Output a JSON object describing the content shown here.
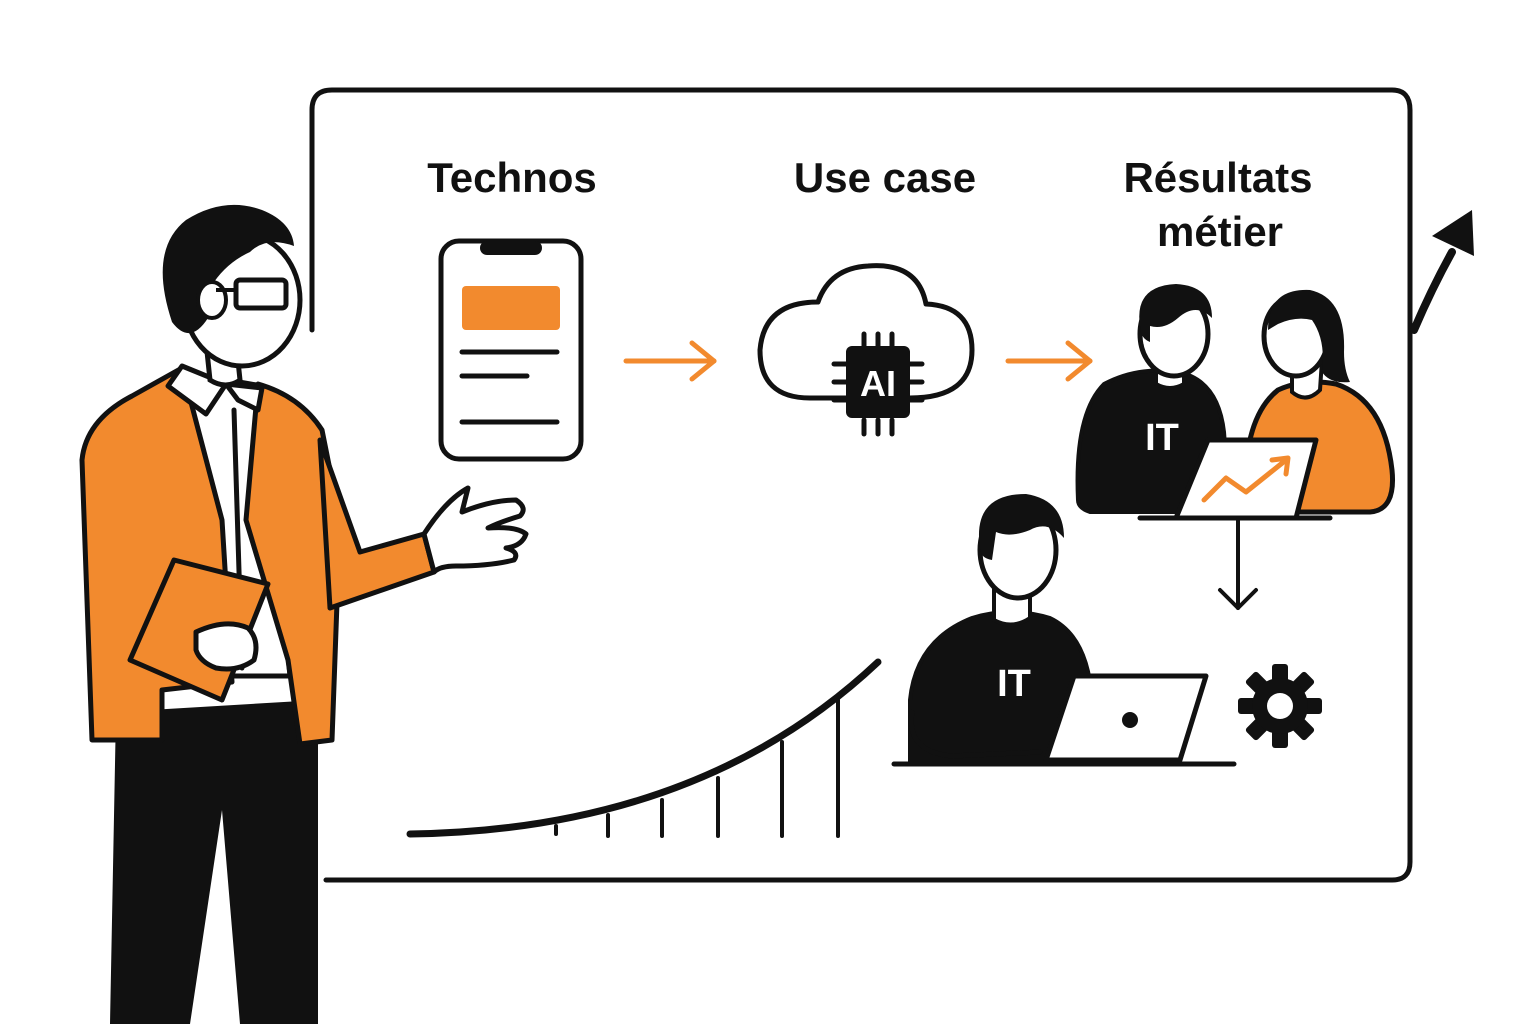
{
  "steps": [
    {
      "label": "Technos"
    },
    {
      "label": "Use case"
    },
    {
      "label_line1": "Résultats",
      "label_line2": "métier"
    }
  ],
  "chip": {
    "label": "AI"
  },
  "team": {
    "badge_top": "IT",
    "badge_bottom": "IT"
  },
  "colors": {
    "accent": "#F28A2E",
    "ink": "#111111",
    "paper": "#FFFFFF"
  },
  "icons": [
    "smartphone-icon",
    "cloud-icon",
    "ai-chip-icon",
    "arrow-right-icon",
    "trend-up-icon",
    "gear-icon",
    "laptop-icon",
    "arrow-down-icon"
  ]
}
